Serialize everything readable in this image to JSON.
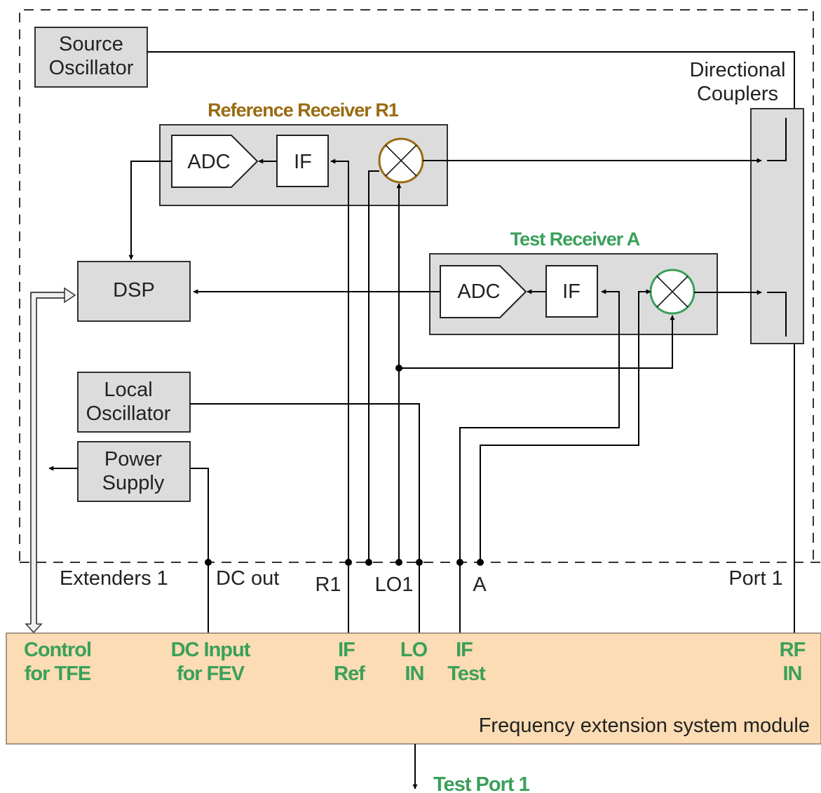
{
  "colors": {
    "reference_receiver": "#9a6a12",
    "test_receiver": "#3aa05a",
    "module_fill": "#fbdcb4",
    "green_label": "#3aa05a"
  },
  "blocks": {
    "source_oscillator": [
      "Source",
      "Oscillator"
    ],
    "directional_couplers": [
      "Directional",
      "Couplers"
    ],
    "reference_receiver": "Reference Receiver R1",
    "test_receiver": "Test Receiver A",
    "adc": "ADC",
    "if": "IF",
    "dsp": "DSP",
    "local_oscillator": [
      "Local",
      "Oscillator"
    ],
    "power_supply": [
      "Power",
      "Supply"
    ]
  },
  "connector_labels": {
    "extenders": "Extenders 1",
    "dc_out": "DC out",
    "r1": "R1",
    "lo1": "LO1",
    "a": "A",
    "port1": "Port 1"
  },
  "module": {
    "title": "Frequency extension system module",
    "inputs": {
      "control": [
        "Control",
        "for TFE"
      ],
      "dc_input": [
        "DC Input",
        "for FEV"
      ],
      "if_ref": [
        "IF",
        "Ref"
      ],
      "lo_in": [
        "LO",
        "IN"
      ],
      "if_test": [
        "IF",
        "Test"
      ],
      "rf_in": [
        "RF",
        "IN"
      ]
    }
  },
  "output": "Test Port 1"
}
